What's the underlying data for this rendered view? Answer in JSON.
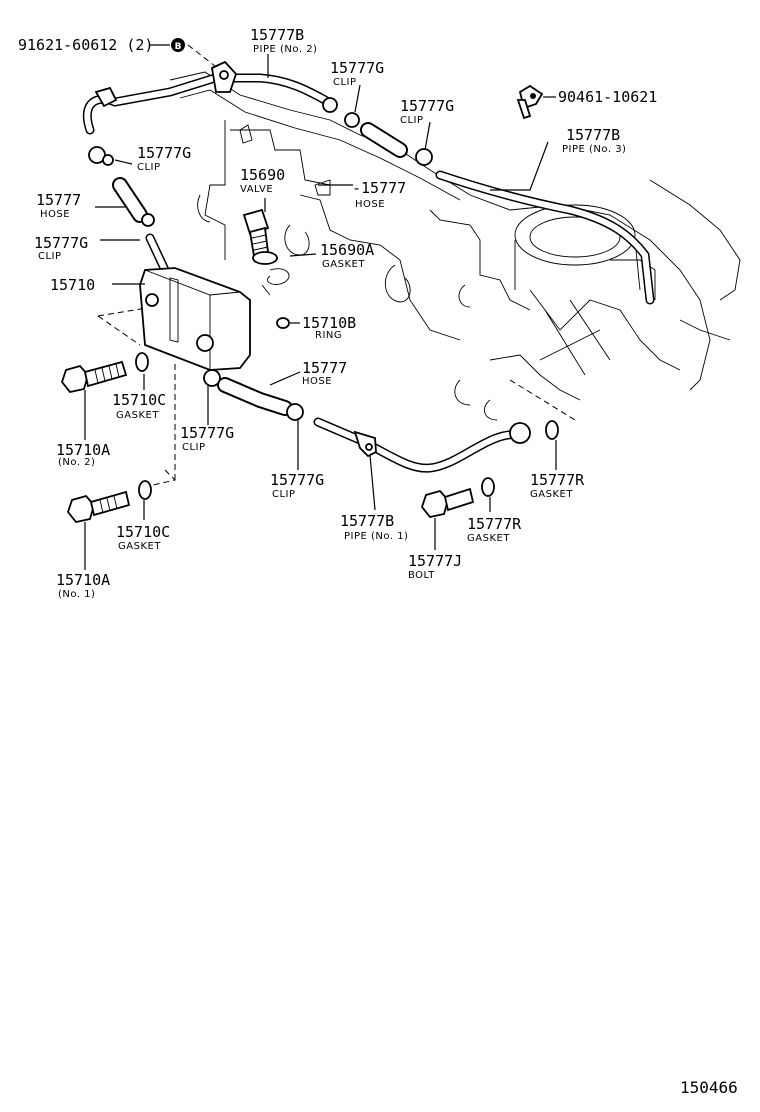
{
  "labels": [
    {
      "id": "bolt-91621",
      "part": "91621-60612 (2)",
      "name": ""
    },
    {
      "id": "pipe-no2",
      "part": "15777B",
      "name": "PIPE (No. 2)"
    },
    {
      "id": "clip-top",
      "part": "15777G",
      "name": "CLIP"
    },
    {
      "id": "bolt-90461",
      "part": "90461-10621",
      "name": ""
    },
    {
      "id": "clip-mid",
      "part": "15777G",
      "name": "CLIP"
    },
    {
      "id": "pipe-no3",
      "part": "15777B",
      "name": "PIPE (No. 3)"
    },
    {
      "id": "clip-left",
      "part": "15777G",
      "name": "CLIP"
    },
    {
      "id": "valve",
      "part": "15690",
      "name": "VALVE"
    },
    {
      "id": "hose-mid",
      "part": "-15777",
      "name": "HOSE"
    },
    {
      "id": "hose-left",
      "part": "15777",
      "name": "HOSE"
    },
    {
      "id": "clip-left2",
      "part": "15777G",
      "name": "CLIP"
    },
    {
      "id": "gasket-15690a",
      "part": "15690A",
      "name": "GASKET"
    },
    {
      "id": "separator",
      "part": "15710",
      "name": ""
    },
    {
      "id": "ring",
      "part": "15710B",
      "name": "RING"
    },
    {
      "id": "hose-lower",
      "part": "15777",
      "name": "HOSE"
    },
    {
      "id": "gasket-15710c-1",
      "part": "15710C",
      "name": "GASKET"
    },
    {
      "id": "clip-lower",
      "part": "15777G",
      "name": "CLIP"
    },
    {
      "id": "bolt-no2",
      "part": "15710A",
      "name": "(No. 2)"
    },
    {
      "id": "gasket-15777r-1",
      "part": "15777R",
      "name": "GASKET"
    },
    {
      "id": "clip-lower2",
      "part": "15777G",
      "name": "CLIP"
    },
    {
      "id": "pipe-no1",
      "part": "15777B",
      "name": "PIPE (No. 1)"
    },
    {
      "id": "gasket-15777r-2",
      "part": "15777R",
      "name": "GASKET"
    },
    {
      "id": "gasket-15710c-2",
      "part": "15710C",
      "name": "GASKET"
    },
    {
      "id": "bolt-15777j",
      "part": "15777J",
      "name": "BOLT"
    },
    {
      "id": "bolt-no1",
      "part": "15710A",
      "name": "(No. 1)"
    }
  ],
  "marker_symbol": "B",
  "diagram_number": "150466"
}
